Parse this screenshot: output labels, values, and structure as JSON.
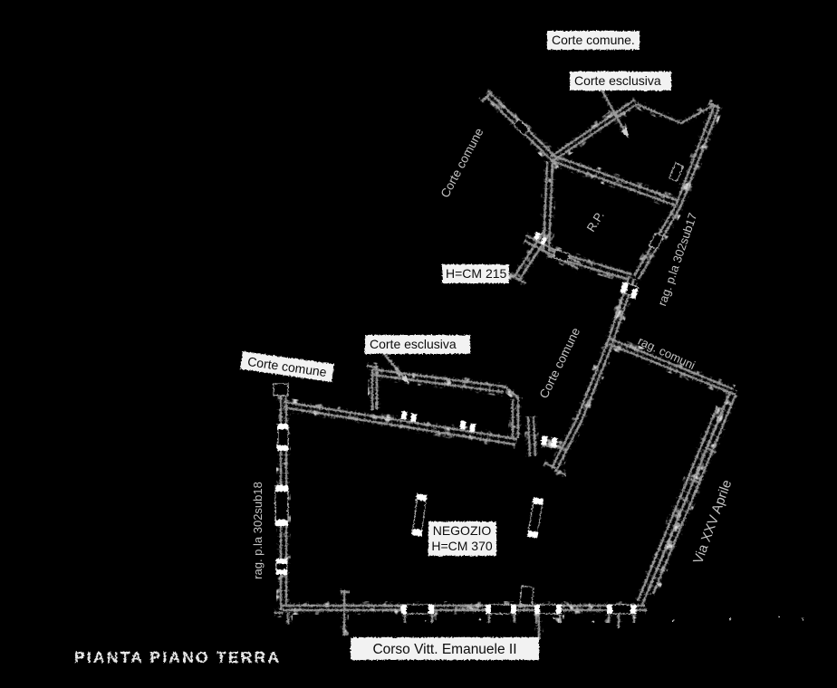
{
  "title": "PIANTA PIANO TERRA",
  "streets": {
    "corso": "Corso Vitt. Emanuele II",
    "via": "Via XXV Aprile"
  },
  "areas": {
    "corte_comune_top": "Corte comune.",
    "corte_esclusiva_top": "Corte esclusiva",
    "corte_comune_upper_diag": "Corte comune",
    "height_upper": "H=CM 215",
    "corte_esclusiva_mid": "Corte esclusiva",
    "corte_comune_left": "Corte comune",
    "corte_comune_corridor": "Corte comune",
    "room_rp": "R.P.",
    "negozio_name": "NEGOZIO",
    "negozio_height": "H=CM 370",
    "parcel_right": "rag. p.la 302sub17",
    "parcel_left": "rag. p.la 302sub18",
    "boundary_common": "rag. comuni"
  },
  "colors": {
    "background": "#000000",
    "line": "#9e9e9e",
    "text_light": "#c3c3c3",
    "highlight": "#f2f2f2",
    "text_dark": "#0c0c0c"
  }
}
